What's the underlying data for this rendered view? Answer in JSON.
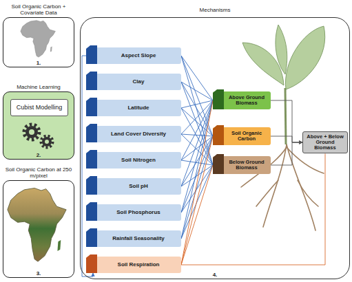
{
  "diagram": {
    "nodes": [
      {
        "text": [
          "Soil Organic Carbon + Covariate Data",
          "1."
        ]
      },
      {
        "text": [
          "Machine Learning",
          "2."
        ]
      },
      {
        "text": [
          "Cubist Modelling"
        ],
        "in": 1
      },
      {
        "text": [
          "Soil Organic Carbon at 250 m/pixel",
          "3."
        ]
      },
      {
        "text": [
          "Mechanisms",
          "4."
        ]
      },
      {
        "text": [
          "Aspect Slope"
        ],
        "in": 4
      },
      {
        "text": [
          "Clay"
        ],
        "in": 4
      },
      {
        "text": [
          "Latitude"
        ],
        "in": 4
      },
      {
        "text": [
          "Land Cover Diversity"
        ],
        "in": 4
      },
      {
        "text": [
          "Soil Nitrogen"
        ],
        "in": 4
      },
      {
        "text": [
          "Soil pH"
        ],
        "in": 4
      },
      {
        "text": [
          "Soil Phosphorus"
        ],
        "in": 4
      },
      {
        "text": [
          "Rainfall Seasonality"
        ],
        "in": 4
      },
      {
        "text": [
          "Soil Respiration"
        ],
        "in": 4
      },
      {
        "text": [
          "Above Ground Biomass"
        ],
        "in": 4
      },
      {
        "text": [
          "Soil Organic Carbon"
        ],
        "in": 4
      },
      {
        "text": [
          "Below Ground Biomass"
        ],
        "in": 4
      },
      {
        "text": [
          "Above + Below Ground Biomass"
        ],
        "in": 4
      }
    ],
    "edges": [
      {
        "from": 5,
        "to": 14,
        "arrow": "none"
      },
      {
        "from": 5,
        "to": 15,
        "arrow": "none"
      },
      {
        "from": 5,
        "to": 16,
        "arrow": "none"
      },
      {
        "from": 6,
        "to": 14,
        "arrow": "none"
      },
      {
        "from": 6,
        "to": 15,
        "arrow": "none"
      },
      {
        "from": 6,
        "to": 16,
        "arrow": "none"
      },
      {
        "from": 7,
        "to": 14,
        "arrow": "none"
      },
      {
        "from": 7,
        "to": 15,
        "arrow": "none"
      },
      {
        "from": 7,
        "to": 16,
        "arrow": "none"
      },
      {
        "from": 8,
        "to": 14,
        "arrow": "none"
      },
      {
        "from": 8,
        "to": 15,
        "arrow": "none"
      },
      {
        "from": 8,
        "to": 16,
        "arrow": "none"
      },
      {
        "from": 9,
        "to": 14,
        "arrow": "none"
      },
      {
        "from": 9,
        "to": 15,
        "arrow": "none"
      },
      {
        "from": 9,
        "to": 16,
        "arrow": "none"
      },
      {
        "from": 10,
        "to": 14,
        "arrow": "none"
      },
      {
        "from": 10,
        "to": 15,
        "arrow": "none"
      },
      {
        "from": 10,
        "to": 16,
        "arrow": "none"
      },
      {
        "from": 11,
        "to": 14,
        "arrow": "none"
      },
      {
        "from": 11,
        "to": 15,
        "arrow": "none"
      },
      {
        "from": 11,
        "to": 16,
        "arrow": "none"
      },
      {
        "from": 12,
        "to": 14,
        "arrow": "none"
      },
      {
        "from": 12,
        "to": 15,
        "arrow": "none"
      },
      {
        "from": 12,
        "to": 16,
        "arrow": "none"
      },
      {
        "from": 13,
        "to": 14,
        "arrow": "none"
      },
      {
        "from": 13,
        "to": 15,
        "arrow": "none"
      },
      {
        "from": 13,
        "to": 16,
        "arrow": "none"
      },
      {
        "from": 13,
        "to": 17,
        "arrow": "none"
      },
      {
        "from": 14,
        "to": 17,
        "arrow": "to"
      },
      {
        "from": 15,
        "to": 17,
        "arrow": "to"
      },
      {
        "from": 16,
        "to": 17,
        "arrow": "to"
      },
      {
        "from": 5,
        "to": 13,
        "arrow": "to"
      }
    ]
  }
}
